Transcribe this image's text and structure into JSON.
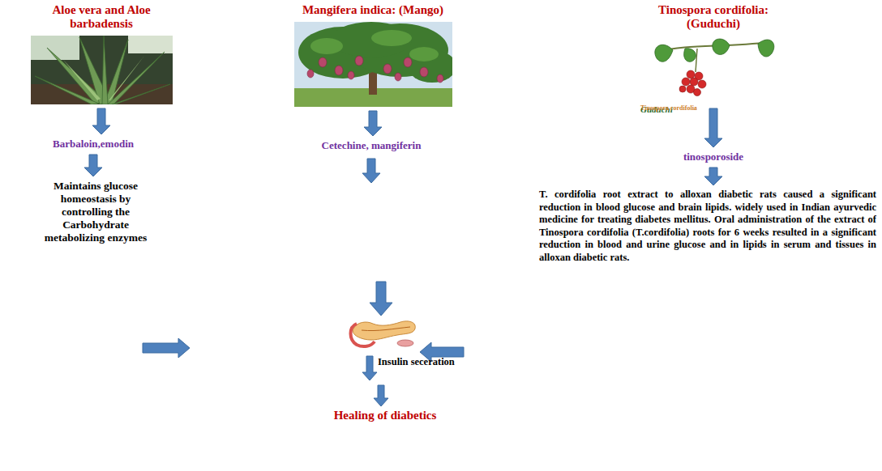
{
  "diagram": {
    "nodes": [
      {
        "text": [
          "Aloe vera and Aloe barbadensis"
        ]
      },
      {
        "text": [
          "Mangifera indica: (Mango)"
        ]
      },
      {
        "text": [
          "Tinospora cordifolia: (Guduchi)"
        ]
      },
      {
        "text": [
          "Barbaloin,emodin"
        ]
      },
      {
        "text": [
          "Cetechine, mangiferin"
        ]
      },
      {
        "text": [
          "tinosporoside"
        ]
      },
      {
        "text": [
          "Maintains glucose homeostasis by controlling the Carbohydrate metabolizing enzymes"
        ]
      },
      {
        "text": [
          "T. cordifolia root extract to alloxan diabetic rats caused a significant reduction in blood glucose and brain lipids. widely used in Indian ayurvedic medicine for treating diabetes mellitus. Oral administration of the extract of Tinospora cordifolia (T.cordifolia) roots for 6 weeks resulted in a significant reduction in blood and urine glucose and in lipids in serum and tissues in alloxan diabetic rats."
        ]
      },
      {
        "text": [
          "Healing of diabetics"
        ]
      }
    ],
    "edges": [
      {
        "from": 0,
        "to": 3,
        "arrow": "to"
      },
      {
        "from": 1,
        "to": 4,
        "arrow": "to"
      },
      {
        "from": 2,
        "to": 5,
        "arrow": "to"
      },
      {
        "from": 3,
        "to": 6,
        "arrow": "to"
      },
      {
        "from": 5,
        "to": 7,
        "arrow": "to"
      }
    ],
    "labels": [
      "Guduchi",
      "Tinospora cordifolia",
      "Insulin seceration"
    ]
  }
}
